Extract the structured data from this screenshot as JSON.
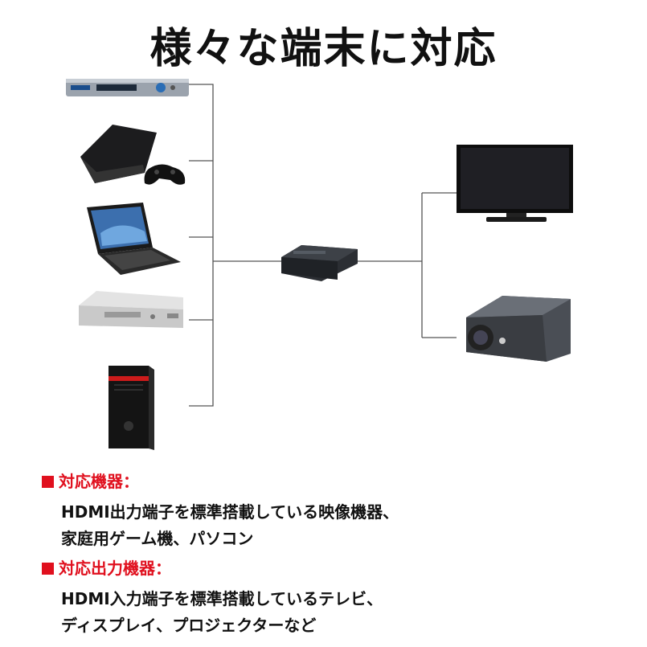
{
  "title": "様々な端末に対応",
  "sections": [
    {
      "heading": "対応機器：",
      "lines": [
        "HDMI出力端子を標準搭載している映像機器、",
        "家庭用ゲーム機、パソコン"
      ]
    },
    {
      "heading": "対応出力機器：",
      "lines": [
        "HDMI入力端子を標準搭載しているテレビ、",
        "ディスプレイ、プロジェクターなど"
      ]
    }
  ],
  "colors": {
    "accent": "#e0101e",
    "text": "#111111",
    "line": "#555555"
  },
  "icons": [
    "dvd-player-icon",
    "game-console-icon",
    "laptop-icon",
    "set-top-box-icon",
    "desktop-pc-icon",
    "hdmi-splitter-icon",
    "tv-icon",
    "projector-icon"
  ]
}
